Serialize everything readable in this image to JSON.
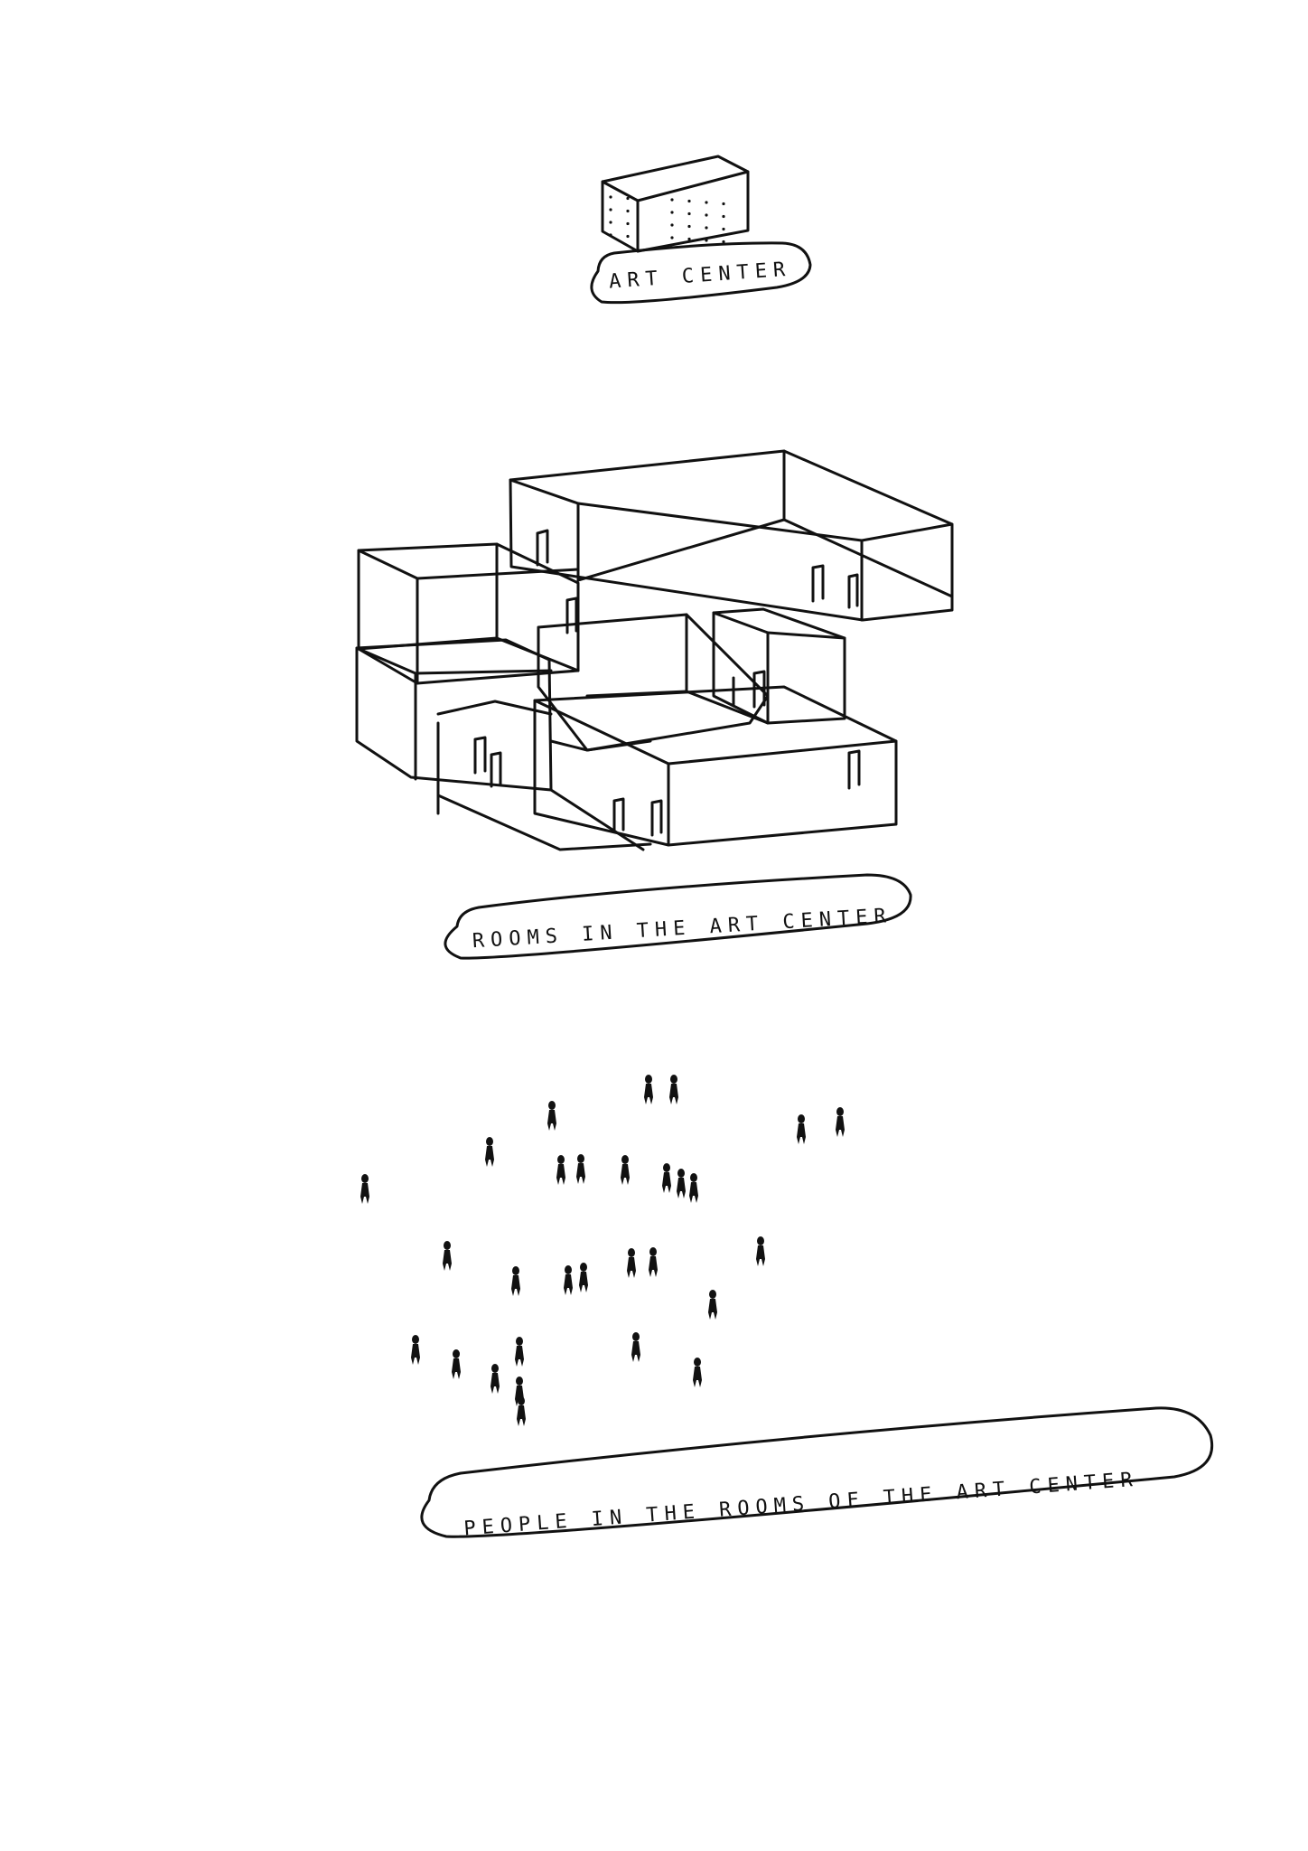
{
  "labels": {
    "art_center": "ART CENTER",
    "rooms": "ROOMS IN THE ART CENTER",
    "people": "PEOPLE IN THE ROOMS OF THE ART CENTER"
  },
  "colors": {
    "ink": "#111111",
    "paper": "#ffffff"
  }
}
